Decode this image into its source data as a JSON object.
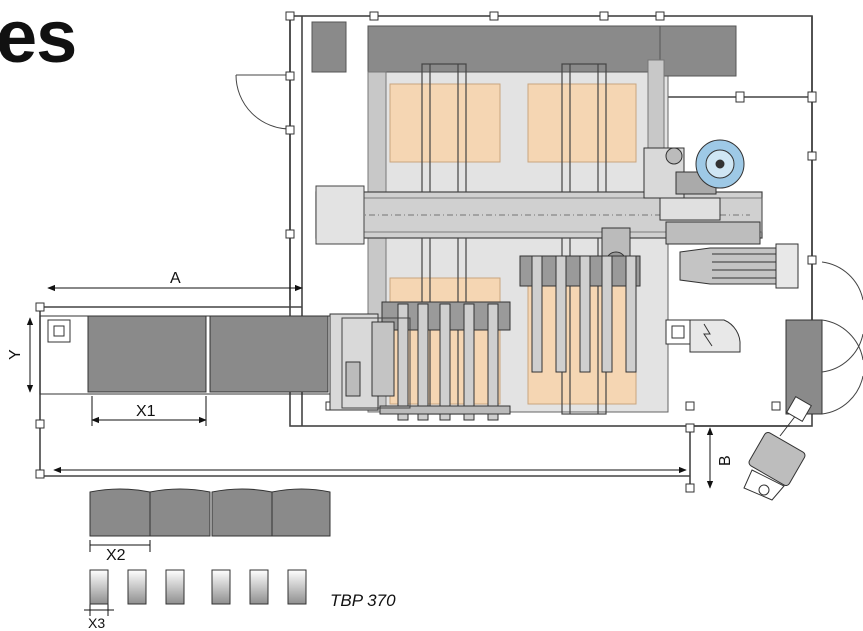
{
  "header": {
    "title_fragment": "es"
  },
  "dimensions": {
    "a": "A",
    "b": "B",
    "x1": "X1",
    "x2": "X2",
    "x3": "X3",
    "y": "Y"
  },
  "model_label": "TBP 370",
  "colors": {
    "machine_gray": "#8a8a8a",
    "light_gray": "#e3e3e3",
    "panel_tan": "#f5d6b3",
    "line": "#333333",
    "accent_blue": "#9ec9e6"
  }
}
